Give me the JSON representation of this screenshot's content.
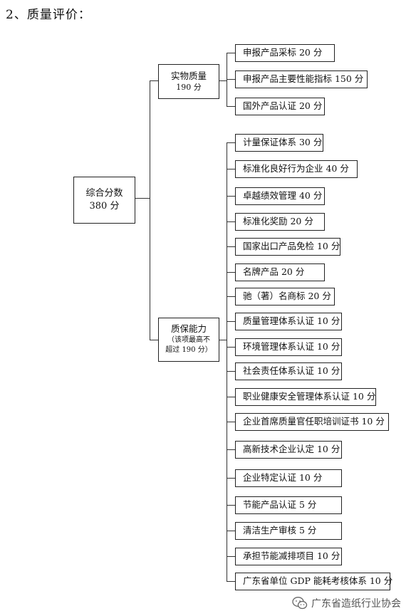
{
  "heading": "2、质量评价：",
  "root": {
    "line1": "综合分数",
    "line2": "380 分"
  },
  "branches": [
    {
      "title": "实物质量",
      "sub": "190 分",
      "note1": "",
      "note2": ""
    },
    {
      "title": "质保能力",
      "sub": "",
      "note1": "（该项最高不",
      "note2": "超过 190 分）"
    }
  ],
  "leaves_quality": [
    "申报产品采标 20 分",
    "申报产品主要性能指标 150 分",
    "国外产品认证 20 分"
  ],
  "leaves_assurance": [
    "计量保证体系 30 分",
    "标准化良好行为企业 40 分",
    "卓越绩效管理 40 分",
    "标准化奖励 20 分",
    "国家出口产品免检 10 分",
    "名牌产品 20 分",
    "驰（著）名商标 20 分",
    "质量管理体系认证 10 分",
    "环境管理体系认证 10 分",
    "社会责任体系认证 10 分",
    "职业健康安全管理体系认证 10 分",
    "企业首席质量官任职培训证书 10 分",
    "高新技术企业认定 10 分",
    "企业特定认证 10 分",
    "节能产品认证 5 分",
    "清洁生产审核 5 分",
    "承担节能减排项目 10 分",
    "广东省单位 GDP 能耗考核体系 10 分"
  ],
  "watermark": {
    "icon": "wechat-icon",
    "text": "广东省造纸行业协会"
  }
}
